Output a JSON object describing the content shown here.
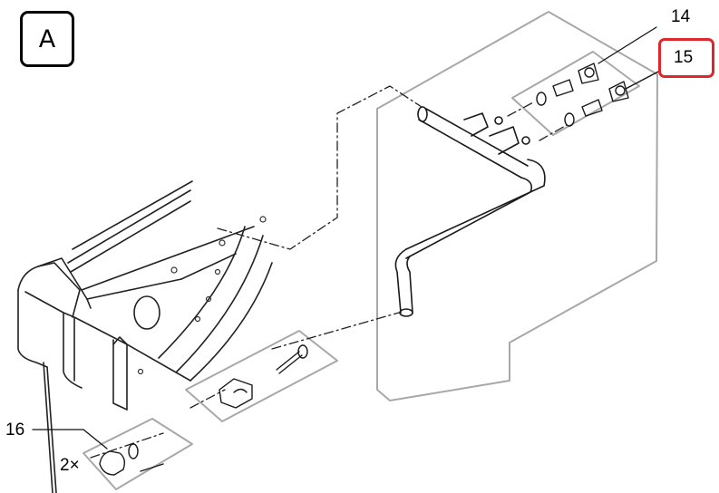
{
  "view_label": "A",
  "callouts": {
    "c14": "14",
    "c15": "15",
    "c16": "16",
    "qty": "2×"
  },
  "colors": {
    "highlight": "#e0262b",
    "line": "#111111",
    "panel": "#9e9e9e"
  }
}
